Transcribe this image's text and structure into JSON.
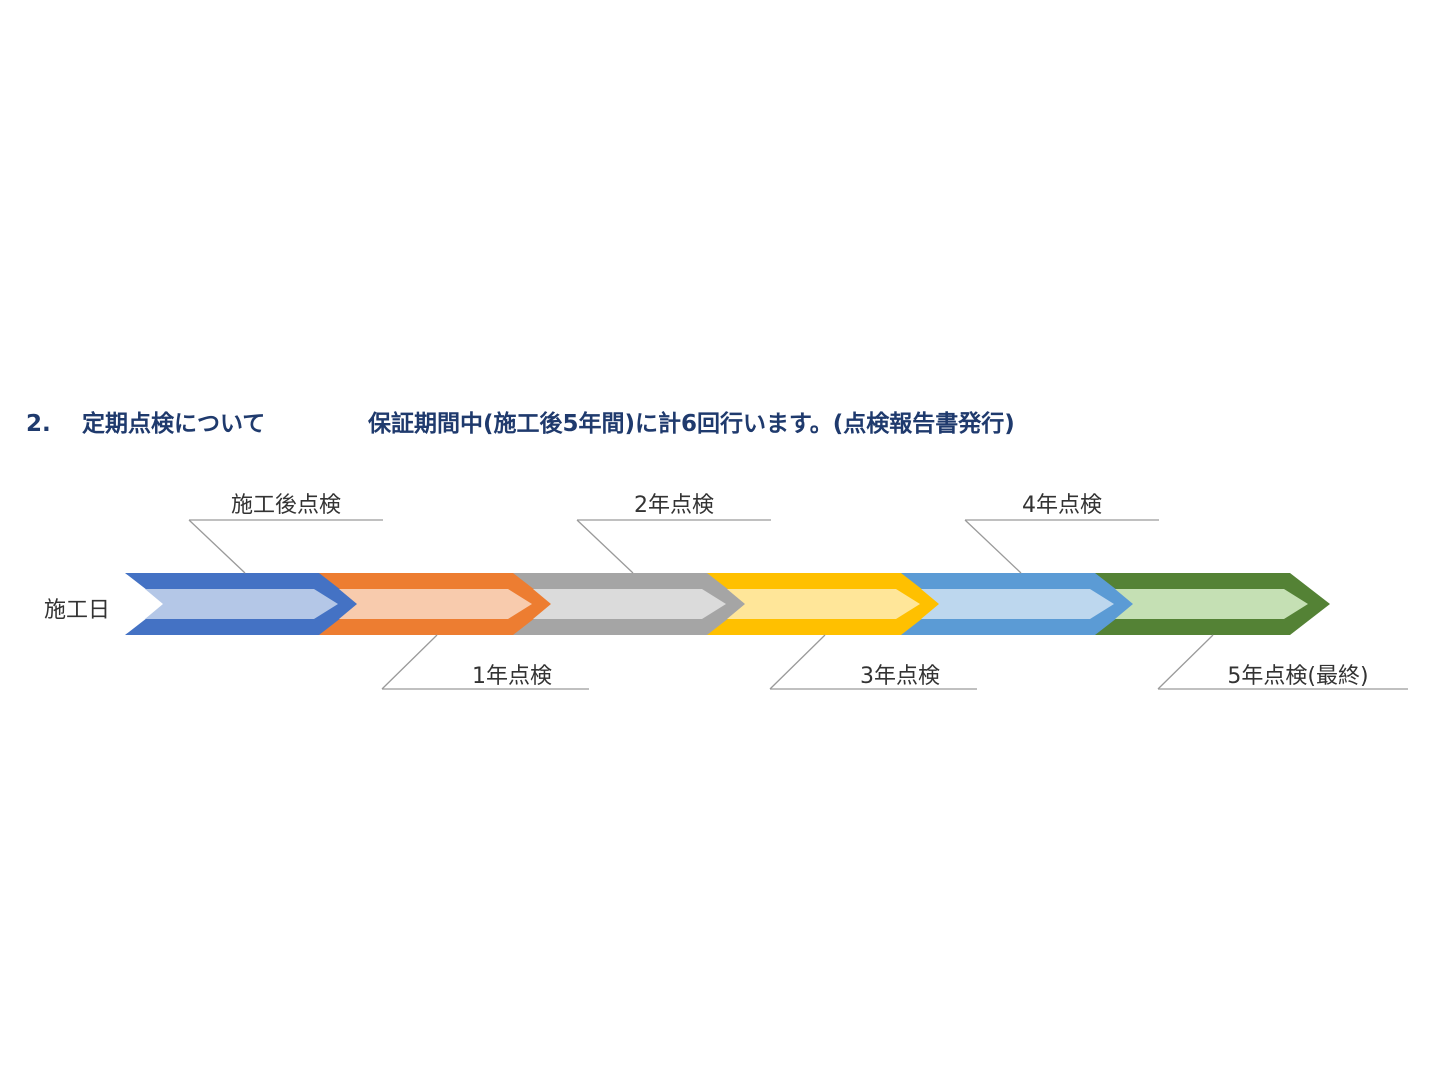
{
  "heading": {
    "number": "2.",
    "section_title": "定期点検について",
    "description": "保証期間中(施工後5年間)に計6回行います。(点検報告書発行)"
  },
  "start_label": "施工日",
  "stages": [
    {
      "label": "施工後点検",
      "position": "above",
      "outer_color": "#4472c4",
      "inner_color": "#b4c7e7"
    },
    {
      "label": "1年点検",
      "position": "below",
      "outer_color": "#ed7d31",
      "inner_color": "#f8cbad"
    },
    {
      "label": "2年点検",
      "position": "above",
      "outer_color": "#a5a5a5",
      "inner_color": "#dbdbdb"
    },
    {
      "label": "3年点検",
      "position": "below",
      "outer_color": "#ffc000",
      "inner_color": "#ffe699"
    },
    {
      "label": "4年点検",
      "position": "above",
      "outer_color": "#5b9bd5",
      "inner_color": "#bdd7ee"
    },
    {
      "label": "5年点検(最終)",
      "position": "below",
      "outer_color": "#548235",
      "inner_color": "#c5e0b4"
    }
  ]
}
